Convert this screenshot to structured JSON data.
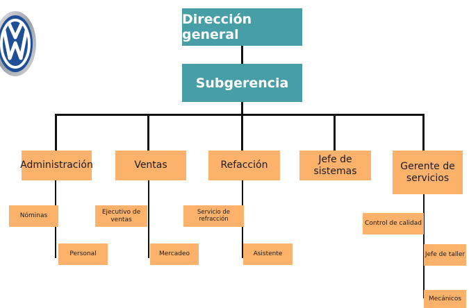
{
  "top": {
    "director": "Dirección general",
    "subgerencia": "Subgerencia"
  },
  "departments": [
    {
      "label": "Administración",
      "children": [
        "Nóminas",
        "Personal"
      ]
    },
    {
      "label": "Ventas",
      "children": [
        "Ejecutivo de ventas",
        "Mercadeo"
      ]
    },
    {
      "label": "Refacción",
      "children": [
        "Servicio de refracción",
        "Asistente"
      ]
    },
    {
      "label": "Jefe de sistemas",
      "children": []
    },
    {
      "label": "Gerente de servicios",
      "children": [
        "Control de calidad",
        "Jefe de taller",
        "Mecánicos"
      ]
    }
  ],
  "colors": {
    "teal": "#489ea6",
    "orange": "#fcb26a",
    "connector": "#111111",
    "logo_blue": "#1f4f96"
  },
  "logo": {
    "icon": "vw-logo-icon"
  }
}
